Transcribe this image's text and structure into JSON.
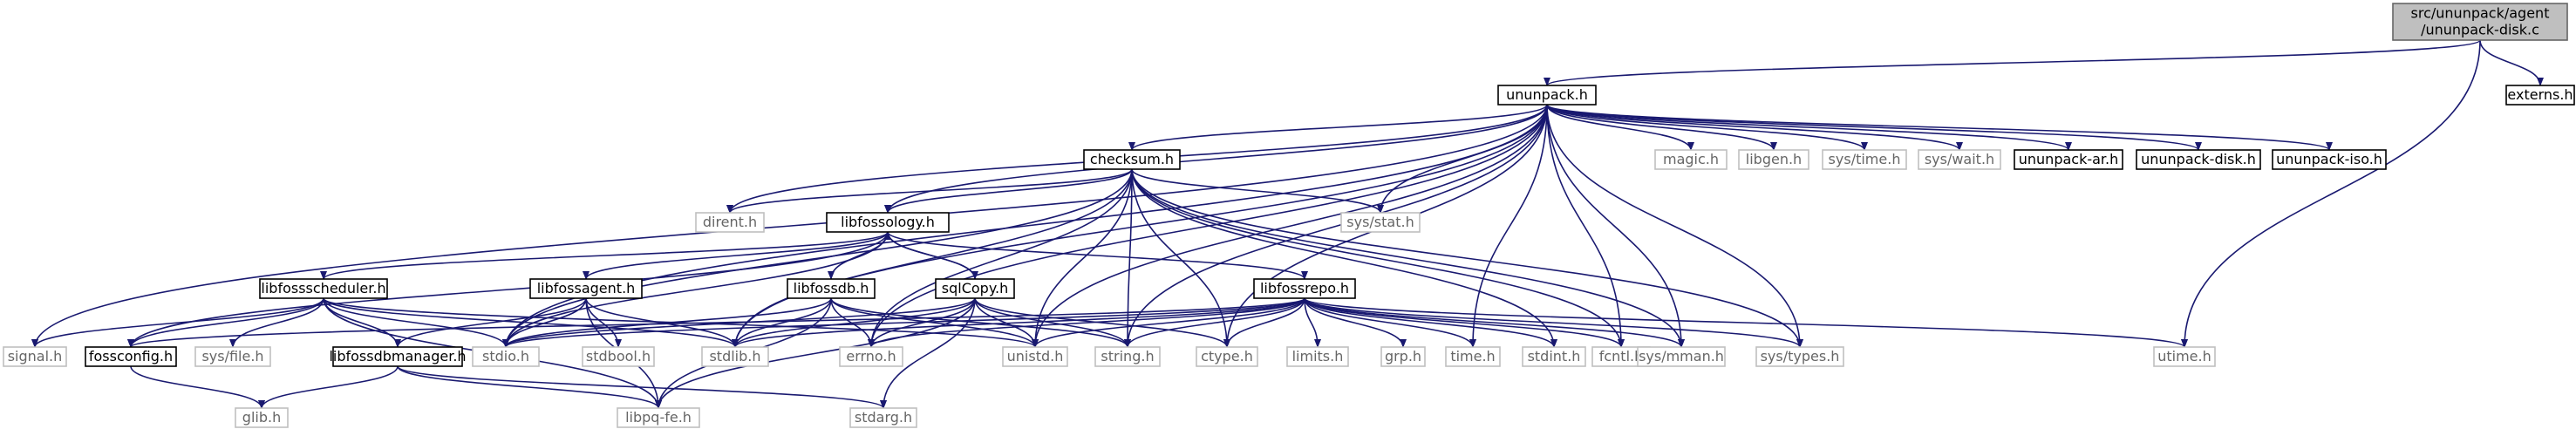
{
  "diagram": {
    "type": "include-dependency-graph",
    "colors": {
      "edge": "#191970",
      "node_text": "#000000",
      "node_text_external": "#666666",
      "border_file": "#000000",
      "border_external": "#bfbfbf",
      "root_fill": "#bfbfbf",
      "root_border": "#666666"
    },
    "nodes": [
      {
        "id": "root",
        "label": "src/ununpack/agent\n/ununpack-disk.c",
        "kind": "root"
      },
      {
        "id": "ununpack_h",
        "label": "ununpack.h",
        "kind": "file"
      },
      {
        "id": "externs_h",
        "label": "externs.h",
        "kind": "file"
      },
      {
        "id": "checksum_h",
        "label": "checksum.h",
        "kind": "file"
      },
      {
        "id": "magic_h",
        "label": "magic.h",
        "kind": "external"
      },
      {
        "id": "libgen_h",
        "label": "libgen.h",
        "kind": "external"
      },
      {
        "id": "systime_h",
        "label": "sys/time.h",
        "kind": "external"
      },
      {
        "id": "syswait_h",
        "label": "sys/wait.h",
        "kind": "external"
      },
      {
        "id": "ununpack_ar_h",
        "label": "ununpack-ar.h",
        "kind": "file"
      },
      {
        "id": "ununpack_disk_h",
        "label": "ununpack-disk.h",
        "kind": "file"
      },
      {
        "id": "ununpack_iso_h",
        "label": "ununpack-iso.h",
        "kind": "file"
      },
      {
        "id": "dirent_h",
        "label": "dirent.h",
        "kind": "external"
      },
      {
        "id": "libfossology_h",
        "label": "libfossology.h",
        "kind": "file"
      },
      {
        "id": "sysstat_h",
        "label": "sys/stat.h",
        "kind": "external"
      },
      {
        "id": "libfossscheduler_h",
        "label": "libfossscheduler.h",
        "kind": "file"
      },
      {
        "id": "libfossagent_h",
        "label": "libfossagent.h",
        "kind": "file"
      },
      {
        "id": "libfossdb_h",
        "label": "libfossdb.h",
        "kind": "file"
      },
      {
        "id": "sqlcopy_h",
        "label": "sqlCopy.h",
        "kind": "file"
      },
      {
        "id": "libfossrepo_h",
        "label": "libfossrepo.h",
        "kind": "file"
      },
      {
        "id": "signal_h",
        "label": "signal.h",
        "kind": "external"
      },
      {
        "id": "fossconfig_h",
        "label": "fossconfig.h",
        "kind": "file"
      },
      {
        "id": "sysfile_h",
        "label": "sys/file.h",
        "kind": "external"
      },
      {
        "id": "libfossdbmanager_h",
        "label": "libfossdbmanager.h",
        "kind": "file"
      },
      {
        "id": "stdio_h",
        "label": "stdio.h",
        "kind": "external"
      },
      {
        "id": "stdbool_h",
        "label": "stdbool.h",
        "kind": "external"
      },
      {
        "id": "stdlib_h",
        "label": "stdlib.h",
        "kind": "external"
      },
      {
        "id": "errno_h",
        "label": "errno.h",
        "kind": "external"
      },
      {
        "id": "unistd_h",
        "label": "unistd.h",
        "kind": "external"
      },
      {
        "id": "string_h",
        "label": "string.h",
        "kind": "external"
      },
      {
        "id": "ctype_h",
        "label": "ctype.h",
        "kind": "external"
      },
      {
        "id": "limits_h",
        "label": "limits.h",
        "kind": "external"
      },
      {
        "id": "grp_h",
        "label": "grp.h",
        "kind": "external"
      },
      {
        "id": "time_h",
        "label": "time.h",
        "kind": "external"
      },
      {
        "id": "stdint_h",
        "label": "stdint.h",
        "kind": "external"
      },
      {
        "id": "fcntl_h",
        "label": "fcntl.h",
        "kind": "external"
      },
      {
        "id": "sysmman_h",
        "label": "sys/mman.h",
        "kind": "external"
      },
      {
        "id": "systypes_h",
        "label": "sys/types.h",
        "kind": "external"
      },
      {
        "id": "utime_h",
        "label": "utime.h",
        "kind": "external"
      },
      {
        "id": "glib_h",
        "label": "glib.h",
        "kind": "external"
      },
      {
        "id": "libpqfe_h",
        "label": "libpq-fe.h",
        "kind": "external"
      },
      {
        "id": "stdarg_h",
        "label": "stdarg.h",
        "kind": "external"
      }
    ],
    "edges": [
      [
        "root",
        "ununpack_h"
      ],
      [
        "root",
        "externs_h"
      ],
      [
        "root",
        "utime_h"
      ],
      [
        "ununpack_h",
        "checksum_h"
      ],
      [
        "ununpack_h",
        "magic_h"
      ],
      [
        "ununpack_h",
        "libgen_h"
      ],
      [
        "ununpack_h",
        "systime_h"
      ],
      [
        "ununpack_h",
        "syswait_h"
      ],
      [
        "ununpack_h",
        "ununpack_ar_h"
      ],
      [
        "ununpack_h",
        "ununpack_disk_h"
      ],
      [
        "ununpack_h",
        "ununpack_iso_h"
      ],
      [
        "ununpack_h",
        "dirent_h"
      ],
      [
        "ununpack_h",
        "libfossology_h"
      ],
      [
        "ununpack_h",
        "sysstat_h"
      ],
      [
        "ununpack_h",
        "signal_h"
      ],
      [
        "ununpack_h",
        "stdio_h"
      ],
      [
        "ununpack_h",
        "stdlib_h"
      ],
      [
        "ununpack_h",
        "errno_h"
      ],
      [
        "ununpack_h",
        "unistd_h"
      ],
      [
        "ununpack_h",
        "string_h"
      ],
      [
        "ununpack_h",
        "ctype_h"
      ],
      [
        "ununpack_h",
        "time_h"
      ],
      [
        "ununpack_h",
        "fcntl_h"
      ],
      [
        "ununpack_h",
        "sysmman_h"
      ],
      [
        "ununpack_h",
        "systypes_h"
      ],
      [
        "checksum_h",
        "dirent_h"
      ],
      [
        "checksum_h",
        "libfossology_h"
      ],
      [
        "checksum_h",
        "sysstat_h"
      ],
      [
        "checksum_h",
        "stdio_h"
      ],
      [
        "checksum_h",
        "stdlib_h"
      ],
      [
        "checksum_h",
        "errno_h"
      ],
      [
        "checksum_h",
        "unistd_h"
      ],
      [
        "checksum_h",
        "string_h"
      ],
      [
        "checksum_h",
        "ctype_h"
      ],
      [
        "checksum_h",
        "stdint_h"
      ],
      [
        "checksum_h",
        "fcntl_h"
      ],
      [
        "checksum_h",
        "sysmman_h"
      ],
      [
        "checksum_h",
        "systypes_h"
      ],
      [
        "libfossology_h",
        "libfossscheduler_h"
      ],
      [
        "libfossology_h",
        "libfossagent_h"
      ],
      [
        "libfossology_h",
        "libfossdb_h"
      ],
      [
        "libfossology_h",
        "sqlcopy_h"
      ],
      [
        "libfossology_h",
        "libfossrepo_h"
      ],
      [
        "libfossology_h",
        "fossconfig_h"
      ],
      [
        "libfossology_h",
        "stdio_h"
      ],
      [
        "sqlcopy_h",
        "libfossology_h"
      ],
      [
        "sqlcopy_h",
        "stdlib_h"
      ],
      [
        "sqlcopy_h",
        "stdio_h"
      ],
      [
        "sqlcopy_h",
        "errno_h"
      ],
      [
        "sqlcopy_h",
        "unistd_h"
      ],
      [
        "sqlcopy_h",
        "string_h"
      ],
      [
        "sqlcopy_h",
        "ctype_h"
      ],
      [
        "sqlcopy_h",
        "libpqfe_h"
      ],
      [
        "sqlcopy_h",
        "stdarg_h"
      ],
      [
        "libfossscheduler_h",
        "signal_h"
      ],
      [
        "libfossscheduler_h",
        "fossconfig_h"
      ],
      [
        "libfossscheduler_h",
        "sysfile_h"
      ],
      [
        "libfossscheduler_h",
        "libfossdbmanager_h"
      ],
      [
        "libfossscheduler_h",
        "stdio_h"
      ],
      [
        "libfossscheduler_h",
        "stdlib_h"
      ],
      [
        "libfossscheduler_h",
        "libpqfe_h"
      ],
      [
        "libfossscheduler_h",
        "unistd_h"
      ],
      [
        "libfossagent_h",
        "libfossdbmanager_h"
      ],
      [
        "libfossagent_h",
        "stdio_h"
      ],
      [
        "libfossagent_h",
        "stdbool_h"
      ],
      [
        "libfossagent_h",
        "stdlib_h"
      ],
      [
        "libfossagent_h",
        "libpqfe_h"
      ],
      [
        "libfossdb_h",
        "stdio_h"
      ],
      [
        "libfossdb_h",
        "stdlib_h"
      ],
      [
        "libfossdb_h",
        "errno_h"
      ],
      [
        "libfossdb_h",
        "unistd_h"
      ],
      [
        "libfossdb_h",
        "string_h"
      ],
      [
        "libfossdb_h",
        "libpqfe_h"
      ],
      [
        "libfossrepo_h",
        "stdio_h"
      ],
      [
        "libfossrepo_h",
        "stdlib_h"
      ],
      [
        "libfossrepo_h",
        "errno_h"
      ],
      [
        "libfossrepo_h",
        "unistd_h"
      ],
      [
        "libfossrepo_h",
        "string_h"
      ],
      [
        "libfossrepo_h",
        "ctype_h"
      ],
      [
        "libfossrepo_h",
        "limits_h"
      ],
      [
        "libfossrepo_h",
        "grp_h"
      ],
      [
        "libfossrepo_h",
        "time_h"
      ],
      [
        "libfossrepo_h",
        "stdint_h"
      ],
      [
        "libfossrepo_h",
        "fcntl_h"
      ],
      [
        "libfossrepo_h",
        "sysmman_h"
      ],
      [
        "libfossrepo_h",
        "systypes_h"
      ],
      [
        "libfossrepo_h",
        "utime_h"
      ],
      [
        "libfossrepo_h",
        "fossconfig_h"
      ],
      [
        "fossconfig_h",
        "glib_h"
      ],
      [
        "libfossdbmanager_h",
        "glib_h"
      ],
      [
        "libfossdbmanager_h",
        "libpqfe_h"
      ],
      [
        "libfossdbmanager_h",
        "stdarg_h"
      ]
    ]
  }
}
